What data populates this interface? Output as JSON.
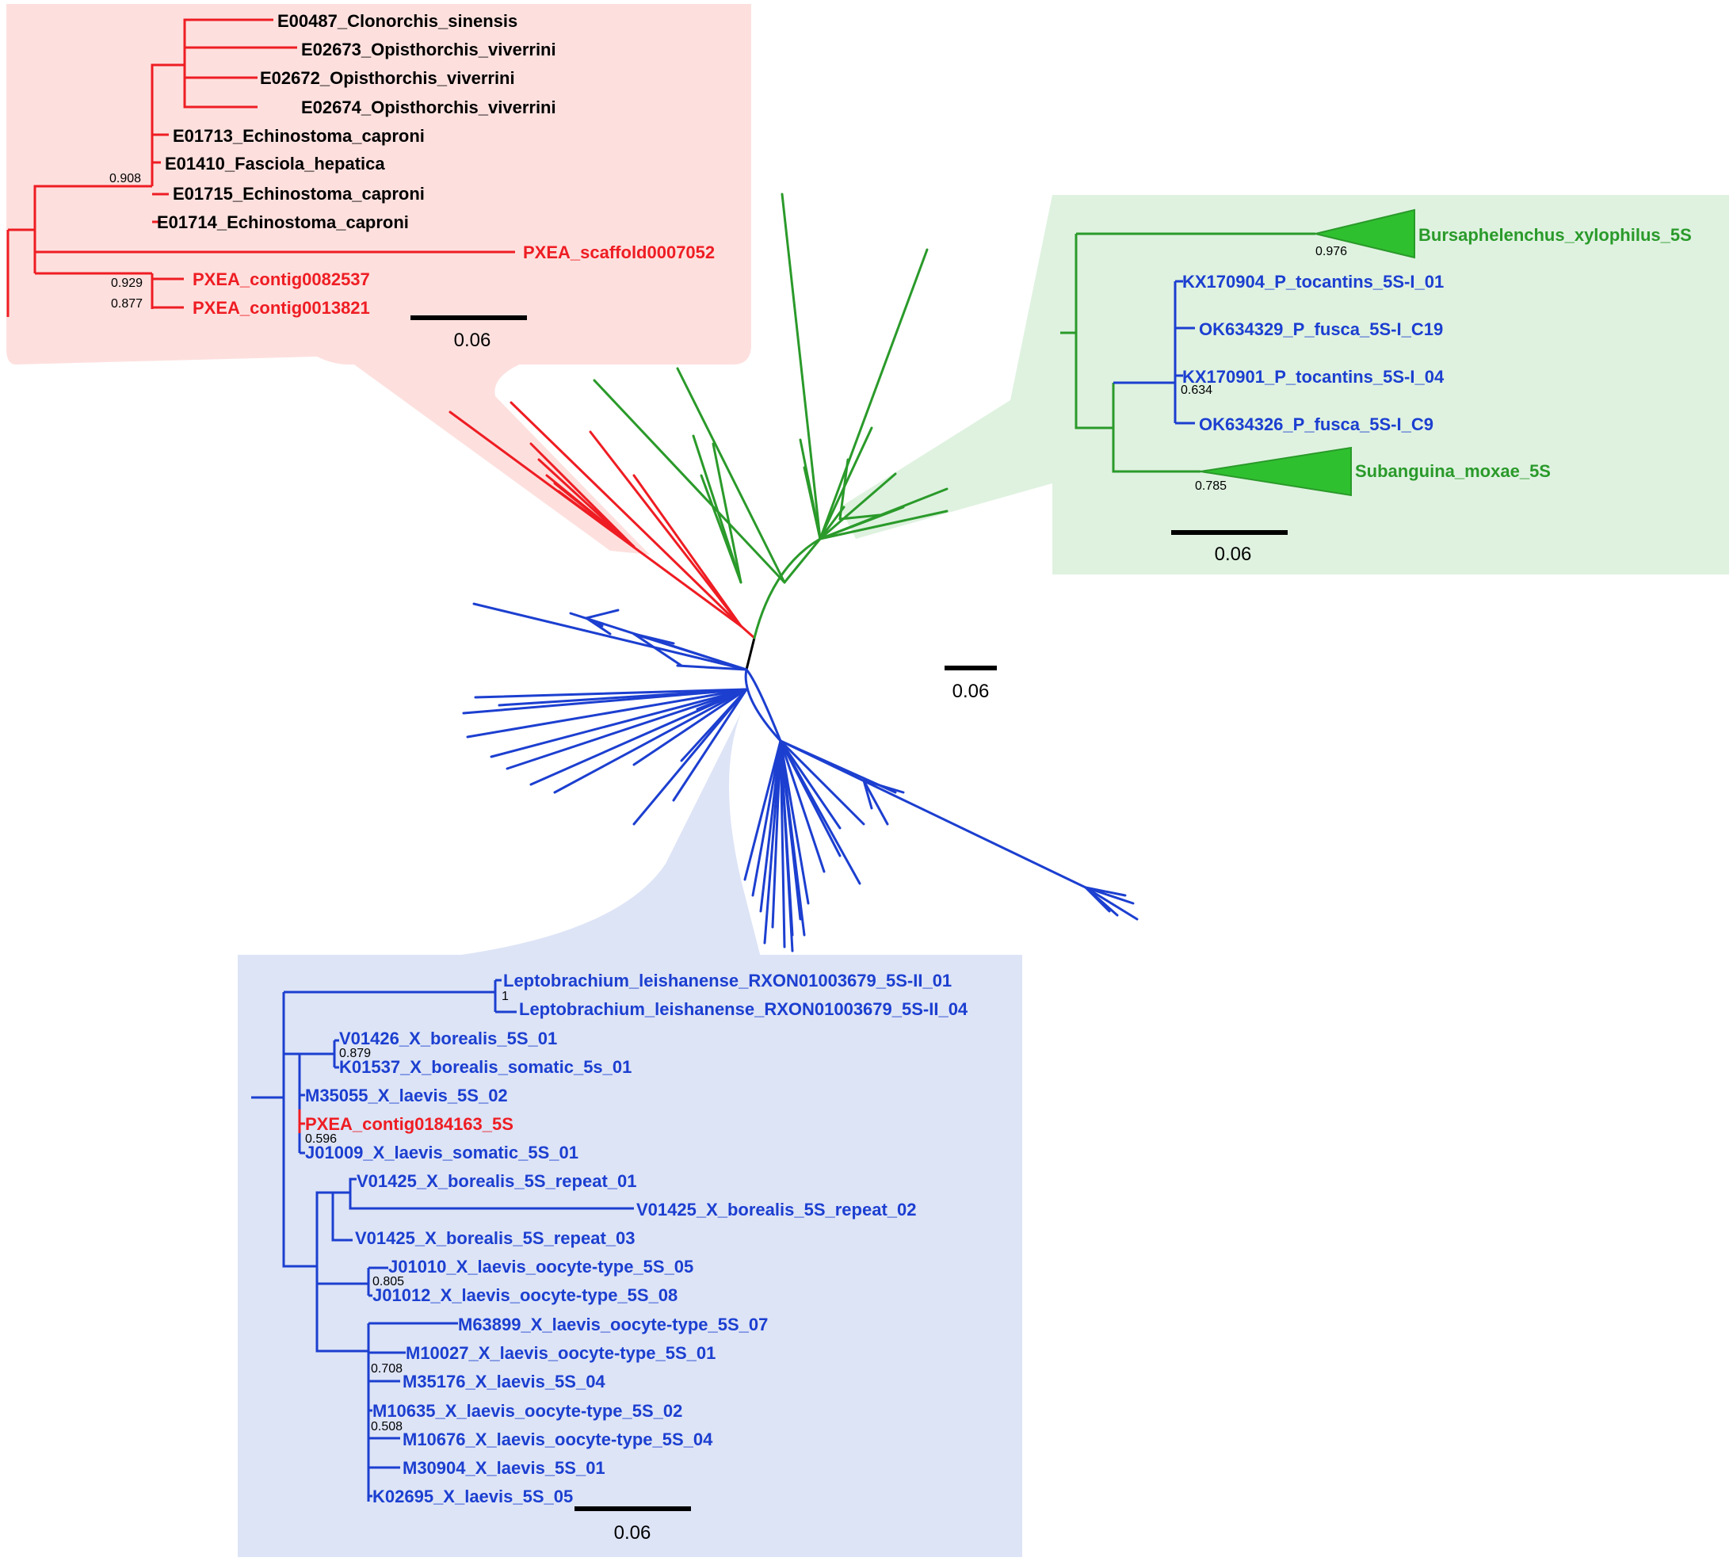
{
  "colors": {
    "red": "#ee1d23",
    "green": "#2a9a2a",
    "blue": "#1c3fd0",
    "black": "#000000",
    "panel_red": "#fde0de",
    "panel_green": "#dff2e0",
    "panel_blue": "#dde4f6",
    "triangle_green": "#2fc02f"
  },
  "center_scale": "0.06",
  "panels": {
    "red": {
      "scale": "0.06",
      "tips": [
        "E00487_Clonorchis_sinensis",
        "E02673_Opisthorchis_viverrini",
        "E02672_Opisthorchis_viverrini",
        "E02674_Opisthorchis_viverrini",
        "E01713_Echinostoma_caproni",
        "E01410_Fasciola_hepatica",
        "E01715_Echinostoma_caproni",
        "E01714_Echinostoma_caproni",
        "PXEA_scaffold0007052",
        "PXEA_contig0082537",
        "PXEA_contig0013821"
      ],
      "support": [
        "0.908",
        "0.929",
        "0.877"
      ]
    },
    "green": {
      "scale": "0.06",
      "tips": [
        "Bursaphelenchus_xylophilus_5S",
        "KX170904_P_tocantins_5S-I_01",
        "OK634329_P_fusca_5S-I_C19",
        "KX170901_P_tocantins_5S-I_04",
        "OK634326_P_fusca_5S-I_C9",
        "Subanguina_moxae_5S"
      ],
      "support": [
        "0.976",
        "0.634",
        "0.785"
      ]
    },
    "blue": {
      "scale": "0.06",
      "tips": [
        "Leptobrachium_leishanense_RXON01003679_5S-II_01",
        "Leptobrachium_leishanense_RXON01003679_5S-II_04",
        "V01426_X_borealis_5S_01",
        "K01537_X_borealis_somatic_5s_01",
        "M35055_X_laevis_5S_02",
        "PXEA_contig0184163_5S",
        "J01009_X_laevis_somatic_5S_01",
        "V01425_X_borealis_5S_repeat_01",
        "V01425_X_borealis_5S_repeat_02",
        "V01425_X_borealis_5S_repeat_03",
        "J01010_X_laevis_oocyte-type_5S_05",
        "J01012_X_laevis_oocyte-type_5S_08",
        "M63899_X_laevis_oocyte-type_5S_07",
        "M10027_X_laevis_oocyte-type_5S_01",
        "M35176_X_laevis_5S_04",
        "M10635_X_laevis_oocyte-type_5S_02",
        "M10676_X_laevis_oocyte-type_5S_04",
        "M30904_X_laevis_5S_01",
        "K02695_X_laevis_5S_05"
      ],
      "support": [
        "1",
        "0.879",
        "0.596",
        "0.805",
        "0.708",
        "0.508"
      ]
    }
  }
}
